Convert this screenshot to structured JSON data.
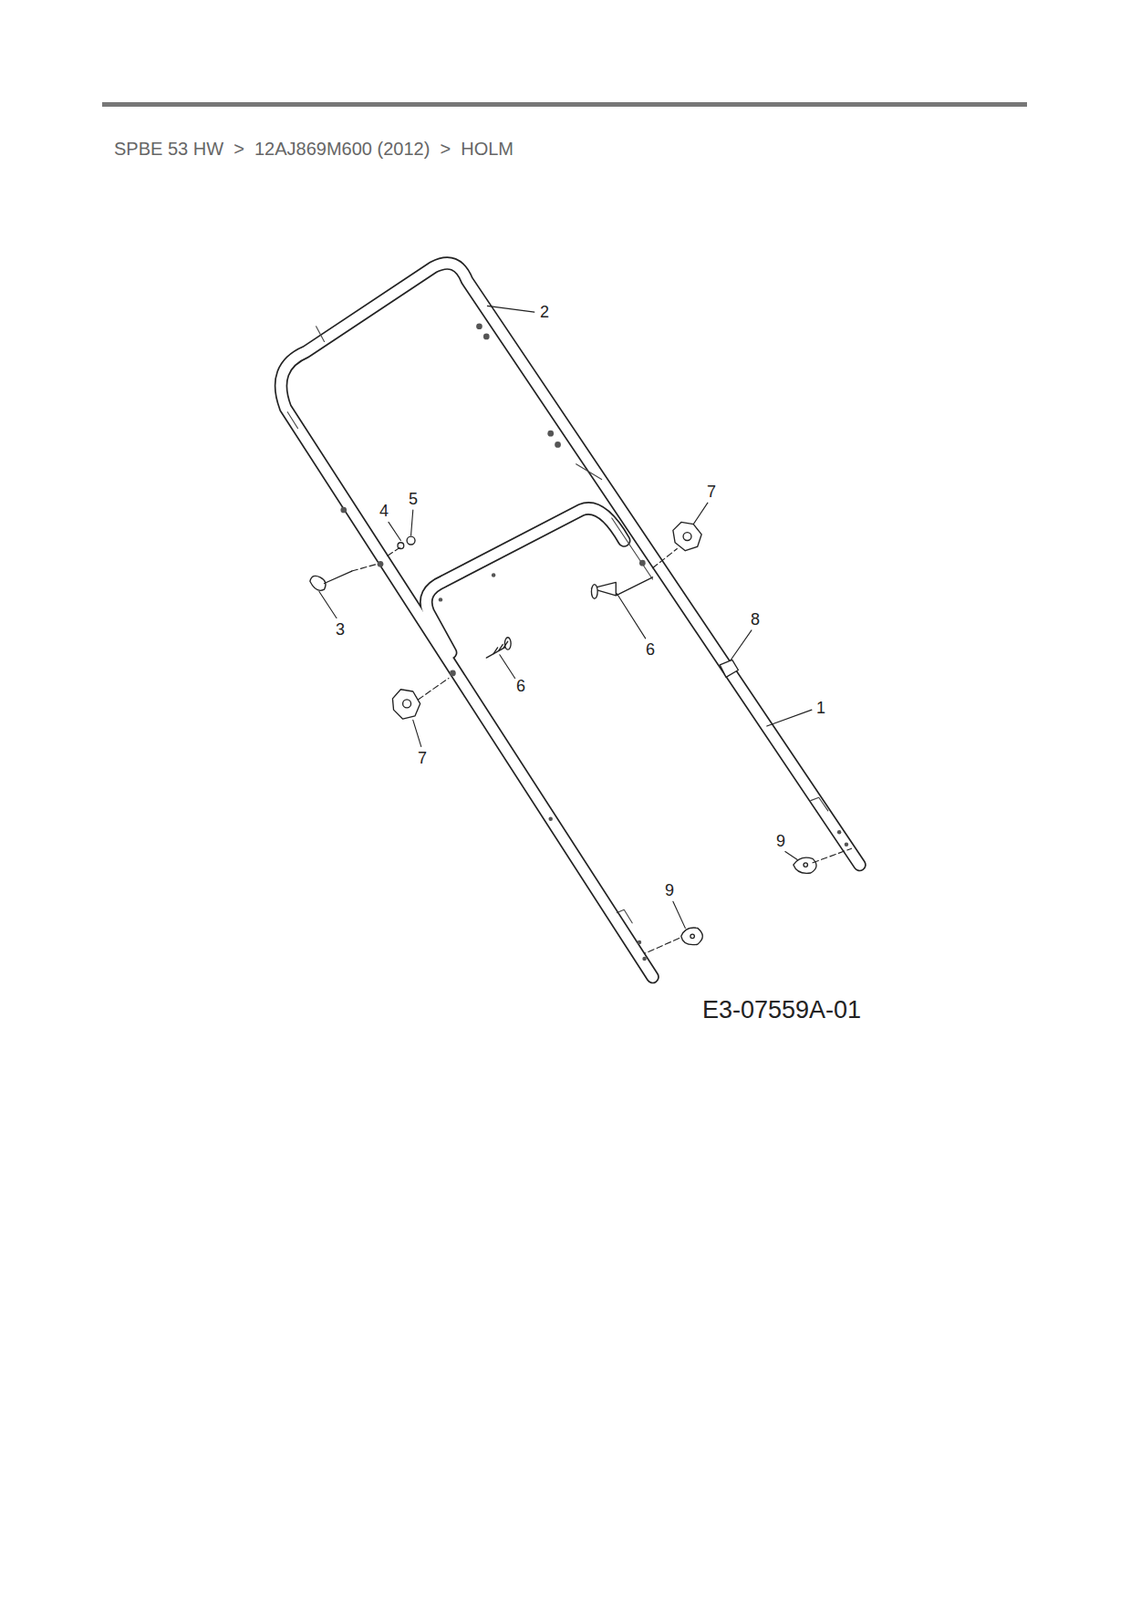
{
  "diagram": {
    "title": "SPBE 53 HW  >  12AJ869M600 (2012)  >  HOLM",
    "labels": [
      "2",
      "4",
      "5",
      "3",
      "7",
      "8",
      "6",
      "6",
      "1",
      "7",
      "9",
      "9",
      "E3-07559A-01"
    ]
  }
}
